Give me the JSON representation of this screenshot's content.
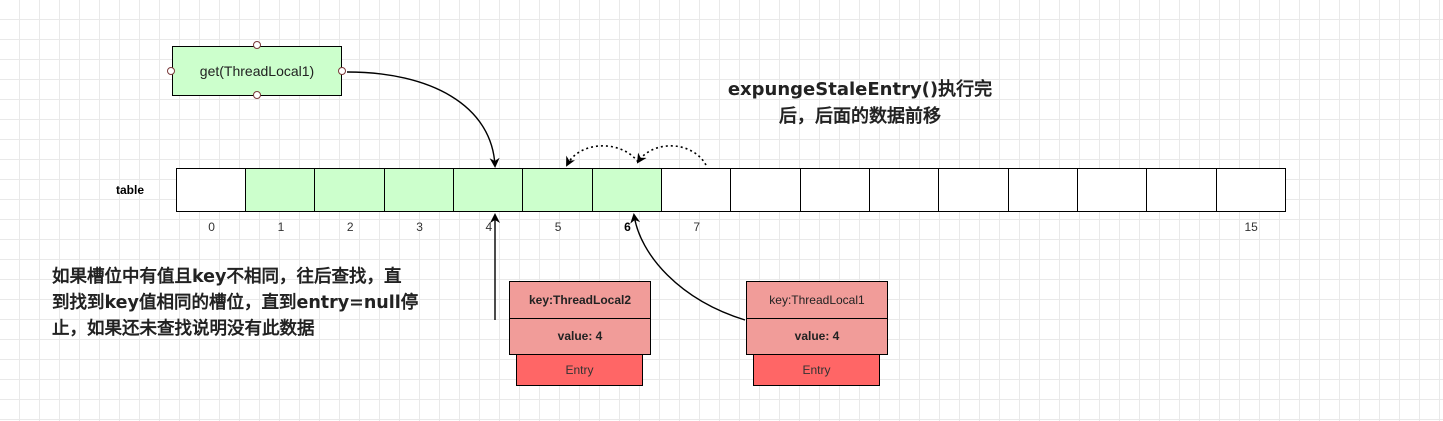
{
  "get_node": {
    "label": "get(ThreadLocal1)"
  },
  "table": {
    "label": "table",
    "slot_count": 16,
    "filled_slots": [
      1,
      2,
      3,
      4,
      5,
      6
    ],
    "index_labels": [
      {
        "text": "0",
        "slot": 0,
        "bold": false
      },
      {
        "text": "1",
        "slot": 1,
        "bold": false
      },
      {
        "text": "2",
        "slot": 2,
        "bold": false
      },
      {
        "text": "3",
        "slot": 3,
        "bold": false
      },
      {
        "text": "4",
        "slot": 4,
        "bold": false
      },
      {
        "text": "5",
        "slot": 5,
        "bold": false
      },
      {
        "text": "6",
        "slot": 6,
        "bold": true
      },
      {
        "text": "7",
        "slot": 7,
        "bold": false
      },
      {
        "text": "15",
        "slot": 15,
        "bold": false
      }
    ]
  },
  "notes": {
    "top_line1": "expungeStaleEntry()执行完",
    "top_line2": "后，后面的数据前移",
    "left_line1": "如果槽位中有值且key不相同，往后查找，直",
    "left_line2": "到找到key值相同的槽位，直到entry=null停",
    "left_line3": "止，如果还未查找说明没有此数据"
  },
  "entries": [
    {
      "key": "key:ThreadLocal2",
      "value": "value: 4",
      "tag": "Entry"
    },
    {
      "key": "key:ThreadLocal1",
      "value": "value: 4",
      "tag": "Entry"
    }
  ],
  "colors": {
    "filled_slot": "#ccffcc",
    "entry_fill": "#f19c99",
    "entry_tag_fill": "#ff6666",
    "handle_stroke": "#7a3a3a"
  }
}
